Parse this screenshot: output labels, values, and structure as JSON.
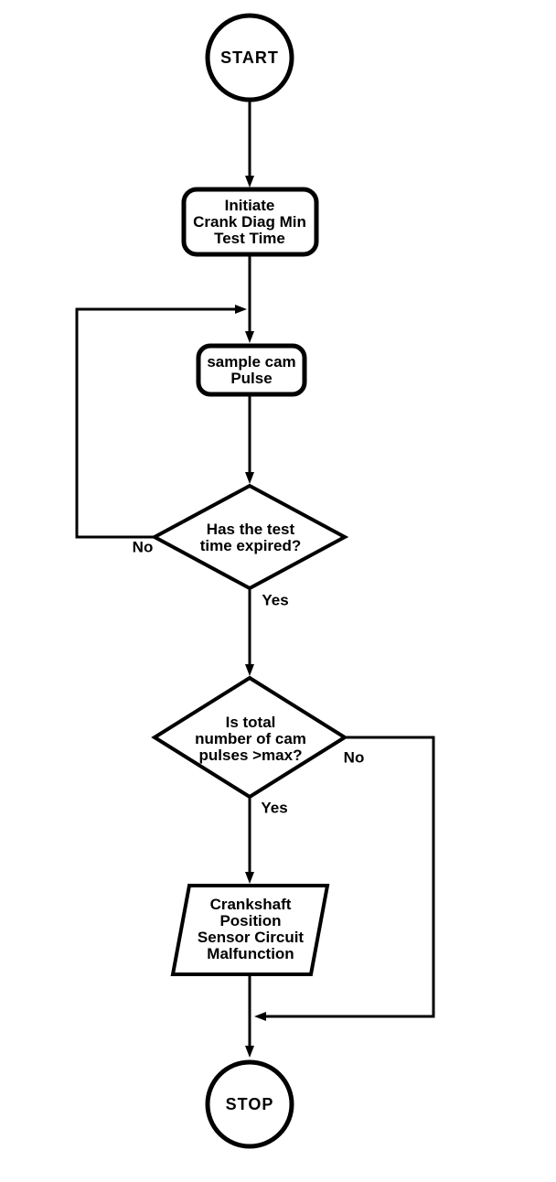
{
  "colors": {
    "ink": "#000000",
    "background": "#ffffff"
  },
  "flowchart": {
    "start": {
      "label": "START"
    },
    "init_box": {
      "label": "Initiate\nCrank Diag Min\nTest Time"
    },
    "sample_box": {
      "label": "sample cam\nPulse"
    },
    "test_time_decision": {
      "label": "Has the test\ntime expired?",
      "no_label": "No",
      "yes_label": "Yes"
    },
    "pulse_count_decision": {
      "label": "Is total\nnumber of cam\npulses >max?",
      "no_label": "No",
      "yes_label": "Yes"
    },
    "malfunction_output": {
      "label": "Crankshaft\nPosition\nSensor Circuit\nMalfunction"
    },
    "stop": {
      "label": "STOP"
    }
  }
}
